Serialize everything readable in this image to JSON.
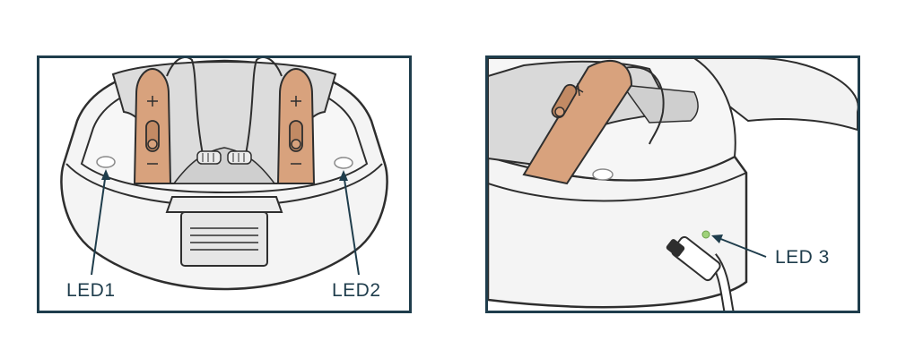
{
  "labels": {
    "led1": "LED1",
    "led2": "LED2",
    "led3": "LED 3"
  },
  "colors": {
    "frame": "#1f3d4c",
    "case": "#f4f4f4",
    "case_outline": "#2e2e2e",
    "device_skin": "#d8a27d",
    "led_off": "#ffffff",
    "led3_on": "#9fd27a"
  },
  "icons": {
    "left_panel": "charging-case-top-view-illustration",
    "right_panel": "charging-case-side-view-illustration",
    "cable": "usb-c-cable-icon"
  }
}
